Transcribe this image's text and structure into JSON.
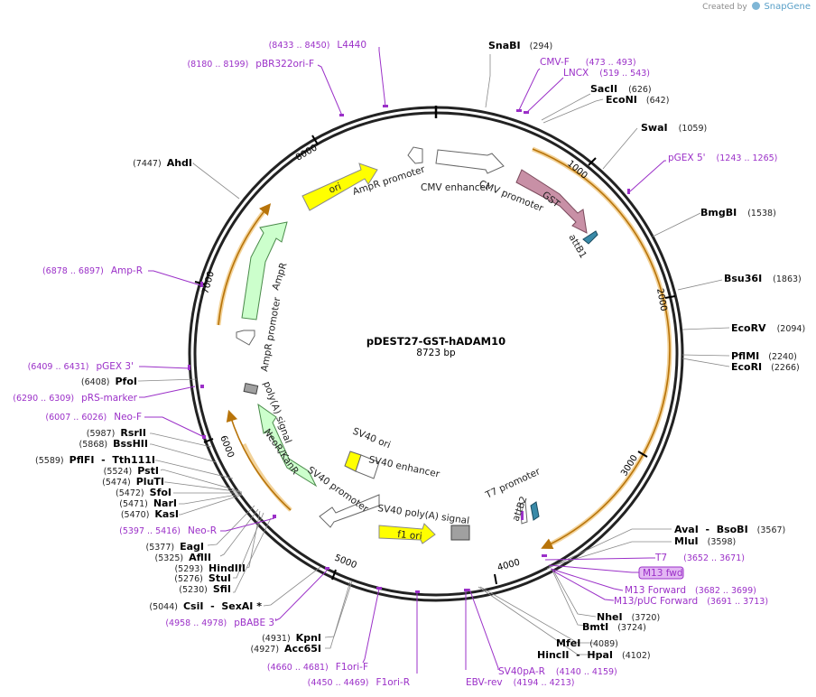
{
  "credit": {
    "prefix": "Created by",
    "brand": "SnapGene"
  },
  "plasmid": {
    "name": "pDEST27-GST-hADAM10",
    "length": 8723,
    "length_label": "8723 bp"
  },
  "ticks": [
    "1000",
    "2000",
    "3000",
    "4000",
    "5000",
    "6000",
    "7000",
    "8000"
  ],
  "features": [
    {
      "label": "CMV enhancer",
      "color": "#ffffff"
    },
    {
      "label": "CMV promoter",
      "color": "#ffffff"
    },
    {
      "label": "GST",
      "color": "#c890a6"
    },
    {
      "label": "attB1",
      "color": "#3a8aa8"
    },
    {
      "label": "attB2",
      "color": "#3a8aa8"
    },
    {
      "label": "T7 promoter",
      "color": "#ffffff"
    },
    {
      "label": "SV40 poly(A) signal",
      "color": "#ffffff"
    },
    {
      "label": "f1 ori",
      "color": "#ffff00"
    },
    {
      "label": "SV40 ori",
      "color": "#ffff00"
    },
    {
      "label": "SV40 enhancer",
      "color": "#ffffff"
    },
    {
      "label": "SV40 promoter",
      "color": "#ffffff"
    },
    {
      "label": "NeoR/KanR",
      "color": "#ccffcc"
    },
    {
      "label": "poly(A) signal",
      "color": "#a0a0a0"
    },
    {
      "label": "AmpR promoter",
      "color": "#ffffff"
    },
    {
      "label": "AmpR",
      "color": "#ccffcc"
    },
    {
      "label": "ori",
      "color": "#ffff00"
    },
    {
      "label": "AmpR promoter",
      "color": "#ffffff"
    }
  ],
  "sites": [
    {
      "name": "SnaBI",
      "pos": "(294)"
    },
    {
      "name": "SacII",
      "pos": "(626)"
    },
    {
      "name": "EcoNI",
      "pos": "(642)"
    },
    {
      "name": "SwaI",
      "pos": "(1059)"
    },
    {
      "name": "BmgBI",
      "pos": "(1538)"
    },
    {
      "name": "Bsu36I",
      "pos": "(1863)"
    },
    {
      "name": "EcoRV",
      "pos": "(2094)"
    },
    {
      "name": "PflMI",
      "pos": "(2240)"
    },
    {
      "name": "EcoRI",
      "pos": "(2266)"
    },
    {
      "name": "AvaI  -  BsoBI",
      "pos": "(3567)"
    },
    {
      "name": "MluI",
      "pos": "(3598)"
    },
    {
      "name": "NheI",
      "pos": "(3720)"
    },
    {
      "name": "BmtI",
      "pos": "(3724)"
    },
    {
      "name": "MfeI",
      "pos": "(4089)"
    },
    {
      "name": "HincII  -  HpaI",
      "pos": "(4102)"
    },
    {
      "name": "KpnI",
      "pos": "(4931)"
    },
    {
      "name": "Acc65I",
      "pos": "(4927)"
    },
    {
      "name": "CsiI  -  SexAI *",
      "pos": "(5044)"
    },
    {
      "name": "SfiI",
      "pos": "(5230)"
    },
    {
      "name": "StuI",
      "pos": "(5276)"
    },
    {
      "name": "HindIII",
      "pos": "(5293)"
    },
    {
      "name": "AflII",
      "pos": "(5325)"
    },
    {
      "name": "EagI",
      "pos": "(5377)"
    },
    {
      "name": "KasI",
      "pos": "(5470)"
    },
    {
      "name": "NarI",
      "pos": "(5471)"
    },
    {
      "name": "SfoI",
      "pos": "(5472)"
    },
    {
      "name": "PluTI",
      "pos": "(5474)"
    },
    {
      "name": "PstI",
      "pos": "(5524)"
    },
    {
      "name": "PflFI  -  Tth111I",
      "pos": "(5589)"
    },
    {
      "name": "BssHII",
      "pos": "(5868)"
    },
    {
      "name": "RsrII",
      "pos": "(5987)"
    },
    {
      "name": "PfoI",
      "pos": "(6408)"
    },
    {
      "name": "AhdI",
      "pos": "(7447)"
    }
  ],
  "primers": [
    {
      "name": "CMV-F",
      "range": "(473 .. 493)"
    },
    {
      "name": "LNCX",
      "range": "(519 .. 543)"
    },
    {
      "name": "pGEX 5'",
      "range": "(1243 .. 1265)"
    },
    {
      "name": "T7",
      "range": "(3652 .. 3671)"
    },
    {
      "name": "M13 fwd",
      "range": ""
    },
    {
      "name": "M13 Forward",
      "range": "(3682 .. 3699)"
    },
    {
      "name": "M13/pUC Forward",
      "range": "(3691 .. 3713)"
    },
    {
      "name": "SV40pA-R",
      "range": "(4140 .. 4159)"
    },
    {
      "name": "EBV-rev",
      "range": "(4194 .. 4213)"
    },
    {
      "name": "F1ori-R",
      "range": "(4450 .. 4469)"
    },
    {
      "name": "F1ori-F",
      "range": "(4660 .. 4681)"
    },
    {
      "name": "pBABE 3'",
      "range": "(4958 .. 4978)"
    },
    {
      "name": "Neo-R",
      "range": "(5397 .. 5416)"
    },
    {
      "name": "Neo-F",
      "range": "(6007 .. 6026)"
    },
    {
      "name": "pRS-marker",
      "range": "(6290 .. 6309)"
    },
    {
      "name": "pGEX 3'",
      "range": "(6409 .. 6431)"
    },
    {
      "name": "Amp-R",
      "range": "(6878 .. 6897)"
    },
    {
      "name": "pBR322ori-F",
      "range": "(8180 .. 8199)"
    },
    {
      "name": "L4440",
      "range": "(8433 .. 8450)"
    }
  ]
}
